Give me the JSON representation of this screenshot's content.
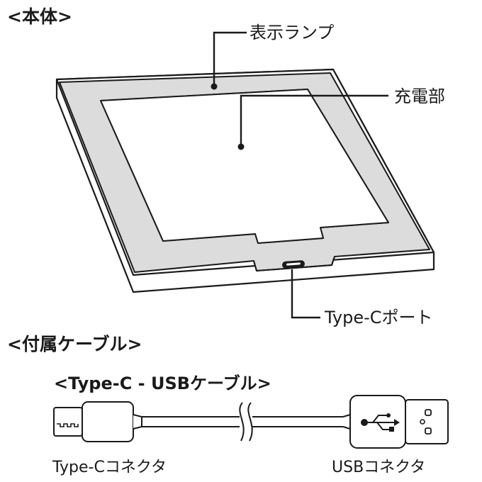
{
  "sections": {
    "main_unit": "<本体>",
    "accessory": "<付属ケーブル>",
    "cable_title": "<Type-C - USBケーブル>"
  },
  "labels": {
    "indicator_lamp": "表示ランプ",
    "charging_area": "充電部",
    "typec_port": "Type-Cポート",
    "typec_connector": "Type-Cコネクタ",
    "usb_connector": "USBコネクタ"
  },
  "icons": {
    "usb_symbol": "usb-trident-icon"
  }
}
